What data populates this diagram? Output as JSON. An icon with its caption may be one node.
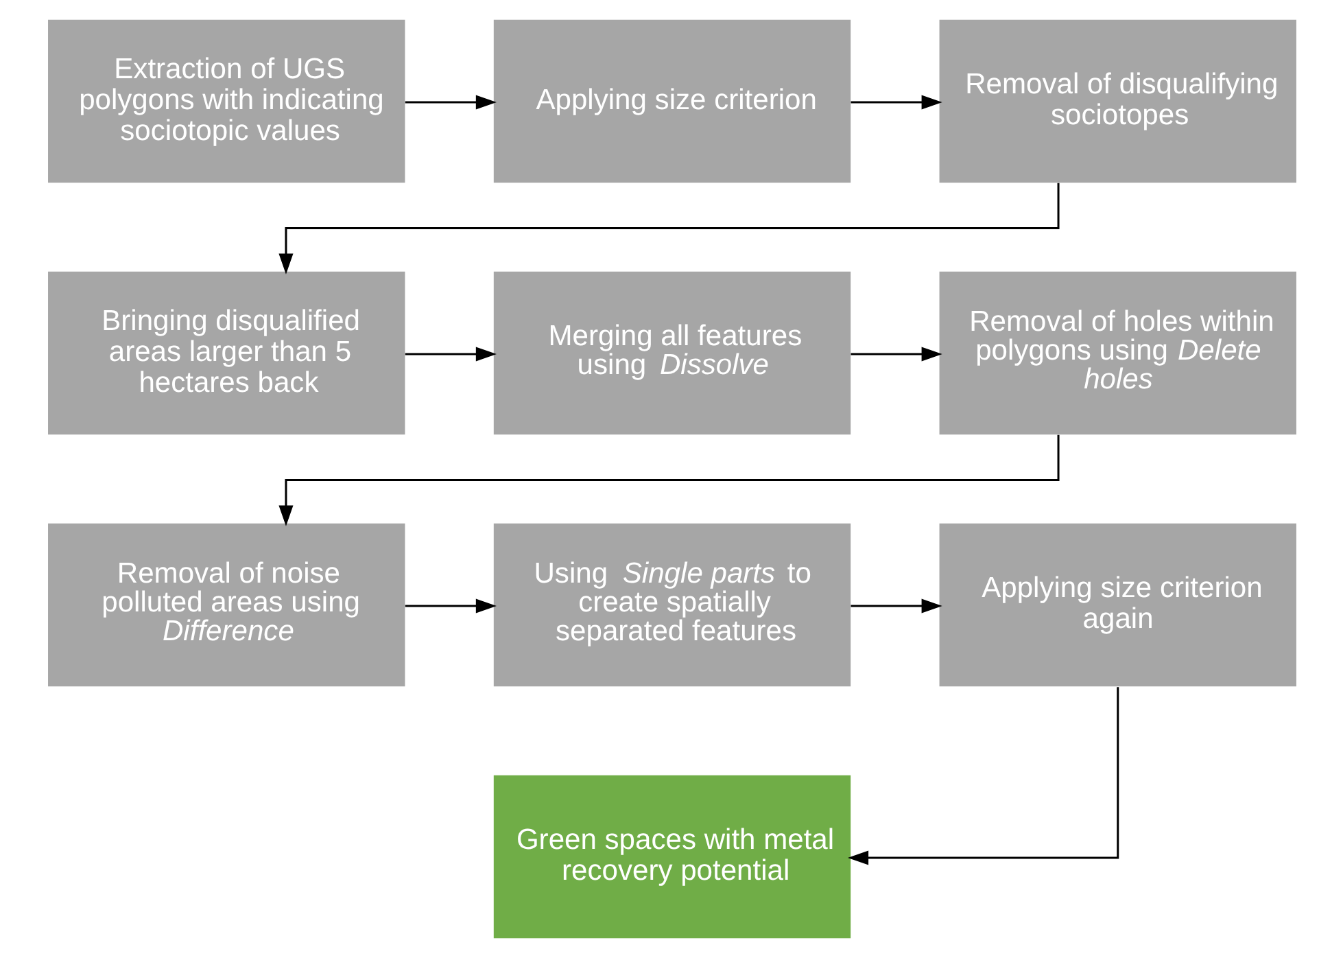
{
  "diagram": {
    "nodes": [
      {
        "text": [
          "Extraction of UGS polygons with indicating sociotopic values"
        ]
      },
      {
        "text": [
          "Applying size criterion"
        ]
      },
      {
        "text": [
          "Removal of disqualifying sociotopes"
        ]
      },
      {
        "text": [
          "Bringing disqualified areas larger than 5 hectares back"
        ]
      },
      {
        "text": [
          "Merging all features using *Dissolve*"
        ]
      },
      {
        "text": [
          "Removal of holes within polygons using *Delete holes*"
        ]
      },
      {
        "text": [
          "Removal of noise polluted areas using *Difference*"
        ]
      },
      {
        "text": [
          "Using *Single parts* to create spatially separated features"
        ]
      },
      {
        "text": [
          "Applying size criterion again"
        ]
      },
      {
        "text": [
          "Green spaces with metal recovery potential"
        ]
      }
    ],
    "edges": [
      {
        "from": 0,
        "to": 1,
        "arrow": "to"
      },
      {
        "from": 1,
        "to": 2,
        "arrow": "to"
      },
      {
        "from": 2,
        "to": 3,
        "arrow": "to"
      },
      {
        "from": 3,
        "to": 4,
        "arrow": "to"
      },
      {
        "from": 4,
        "to": 5,
        "arrow": "to"
      },
      {
        "from": 5,
        "to": 6,
        "arrow": "to"
      },
      {
        "from": 6,
        "to": 7,
        "arrow": "to"
      },
      {
        "from": 7,
        "to": 8,
        "arrow": "to"
      },
      {
        "from": 8,
        "to": 9,
        "arrow": "to"
      }
    ]
  }
}
